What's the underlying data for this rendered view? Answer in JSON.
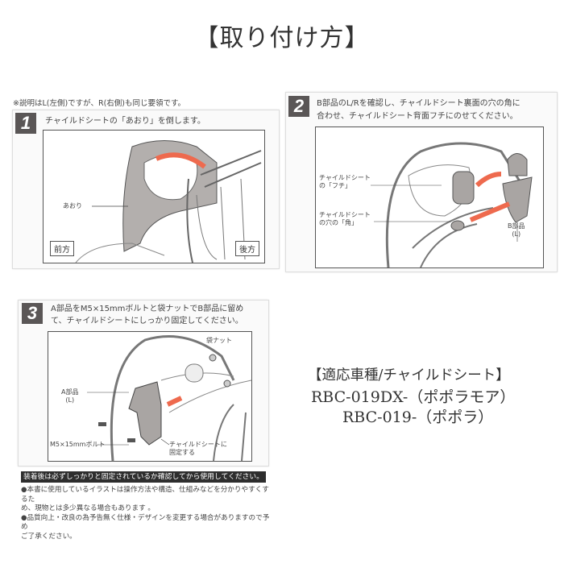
{
  "title": "【取り付け方】",
  "note_top": "※説明はL(左側)ですが、R(右側)も同じ要領です。",
  "steps": [
    {
      "number": "1",
      "text": "チャイルドシートの「あおり」を倒します。",
      "labels": {
        "aori": "あおり",
        "front": "前方",
        "rear": "後方"
      }
    },
    {
      "number": "2",
      "text_line1": "B部品のL/Rを確認し、チャイルドシート裏面の穴の角に",
      "text_line2": "合わせ、チャイルドシート背面フチにのせてください。",
      "labels": {
        "fuchi_1": "チャイルドシート",
        "fuchi_2": "の「フチ」",
        "kado_1": "チャイルドシート",
        "kado_2": "の穴の「角」",
        "part_b_1": "B部品",
        "part_b_2": "(L)"
      }
    },
    {
      "number": "3",
      "text_line1": "A部品をM5×15mmボルトと袋ナットでB部品に留め",
      "text_line2": "て、チャイルドシートにしっかり固定してください。",
      "labels": {
        "nut": "袋ナット",
        "part_a_1": "A部品",
        "part_a_2": "(L)",
        "bolt": "M5×15mmボルト",
        "fix_1": "チャイルドシートに",
        "fix_2": "固定する"
      }
    }
  ],
  "warning": "装着後は必ずしっかりと固定されているか確認してから使用してください。",
  "notes": [
    "●本書に使用しているイラストは操作方法や構造、仕組みなどを分かりやすくするた",
    "め、現物とは多少異なる場合もあります 。",
    "●品質向上・改良の為予告無く仕様・デザインを変更する場合がありますので予め",
    "ご了承ください。"
  ],
  "compatibility": {
    "heading": "【適応車種/チャイルドシート】",
    "model_1": "RBC-019DX-（ポポラモア）",
    "model_2": "RBC-019-（ポポラ）"
  },
  "colors": {
    "arrow": "#ee6a4e",
    "badge": "#5a5656",
    "part": "#a9a5a3"
  }
}
